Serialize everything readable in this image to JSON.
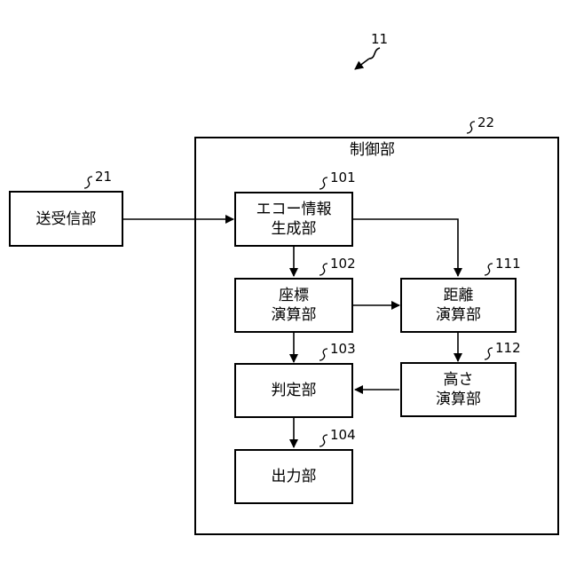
{
  "figure_ref": "11",
  "control": {
    "title": "制御部",
    "ref": "22"
  },
  "transceiver": {
    "label": "送受信部",
    "ref": "21"
  },
  "blocks": {
    "echo": {
      "line1": "エコー情報",
      "line2": "生成部",
      "ref": "101"
    },
    "coord": {
      "line1": "座標",
      "line2": "演算部",
      "ref": "102"
    },
    "judge": {
      "label": "判定部",
      "ref": "103"
    },
    "output": {
      "label": "出力部",
      "ref": "104"
    },
    "distance": {
      "line1": "距離",
      "line2": "演算部",
      "ref": "111"
    },
    "height": {
      "line1": "高さ",
      "line2": "演算部",
      "ref": "112"
    }
  }
}
